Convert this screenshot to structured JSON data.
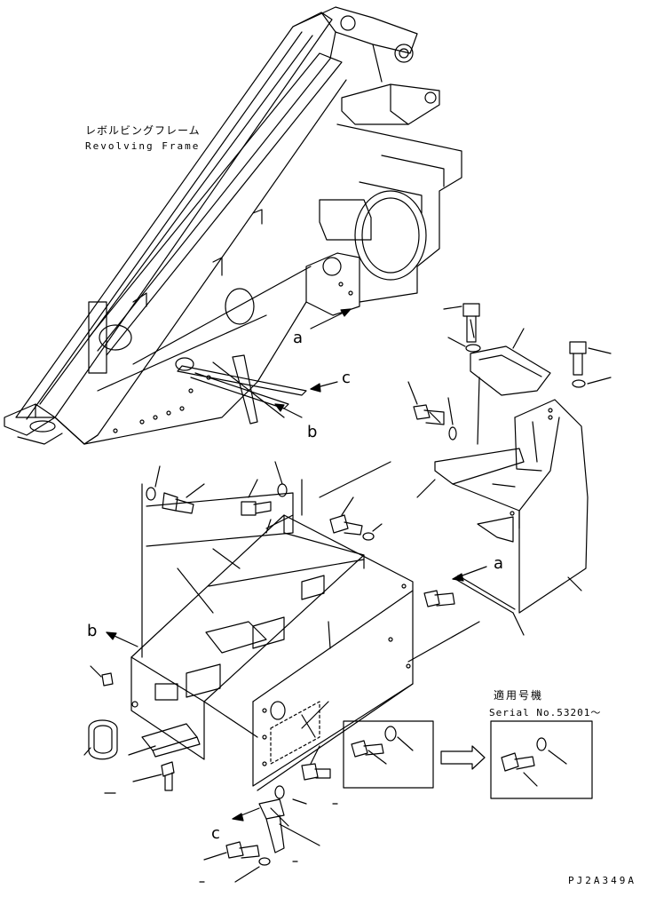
{
  "frame_label": {
    "jp": "レボルビングフレーム",
    "en": "Revolving Frame"
  },
  "callouts": {
    "a1": "a",
    "b1": "b",
    "c1": "c",
    "a2": "a",
    "b2": "b",
    "c2": "c"
  },
  "serial_box": {
    "jp": "適用号機",
    "en": "Serial No.53201〜"
  },
  "drawing_code": "PJ2A349A"
}
